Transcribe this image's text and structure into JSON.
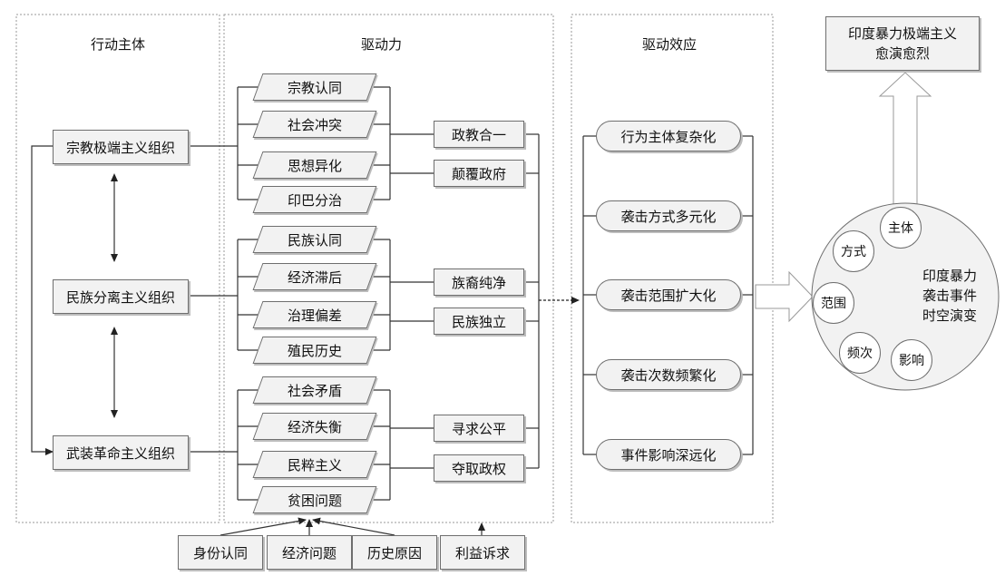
{
  "panels": {
    "actors_title": "行动主体",
    "drivers_title": "驱动力",
    "effects_title": "驱动效应"
  },
  "actors": [
    {
      "label": "宗教极端主义组织"
    },
    {
      "label": "民族分离主义组织"
    },
    {
      "label": "武装革命主义组织"
    }
  ],
  "driver_groups": [
    {
      "factors": [
        "宗教认同",
        "社会冲突",
        "思想异化",
        "印巴分治"
      ],
      "goals": [
        "政教合一",
        "颠覆政府"
      ]
    },
    {
      "factors": [
        "民族认同",
        "经济滞后",
        "治理偏差",
        "殖民历史"
      ],
      "goals": [
        "族裔纯净",
        "民族独立"
      ]
    },
    {
      "factors": [
        "社会矛盾",
        "经济失衡",
        "民粹主义",
        "贫困问题"
      ],
      "goals": [
        "寻求公平",
        "夺取政权"
      ]
    }
  ],
  "bottom_causes": [
    "身份认同",
    "经济问题",
    "历史原因",
    "利益诉求"
  ],
  "effects": [
    "行为主体复杂化",
    "袭击方式多元化",
    "袭击范围扩大化",
    "袭击次数频繁化",
    "事件影响深远化"
  ],
  "result": {
    "line1": "印度暴力极端主义",
    "line2": "愈演愈烈"
  },
  "circle": {
    "center_line1": "印度暴力",
    "center_line2": "袭击事件",
    "center_line3": "时空演变",
    "items": [
      "主体",
      "方式",
      "范围",
      "频次",
      "影响"
    ]
  }
}
